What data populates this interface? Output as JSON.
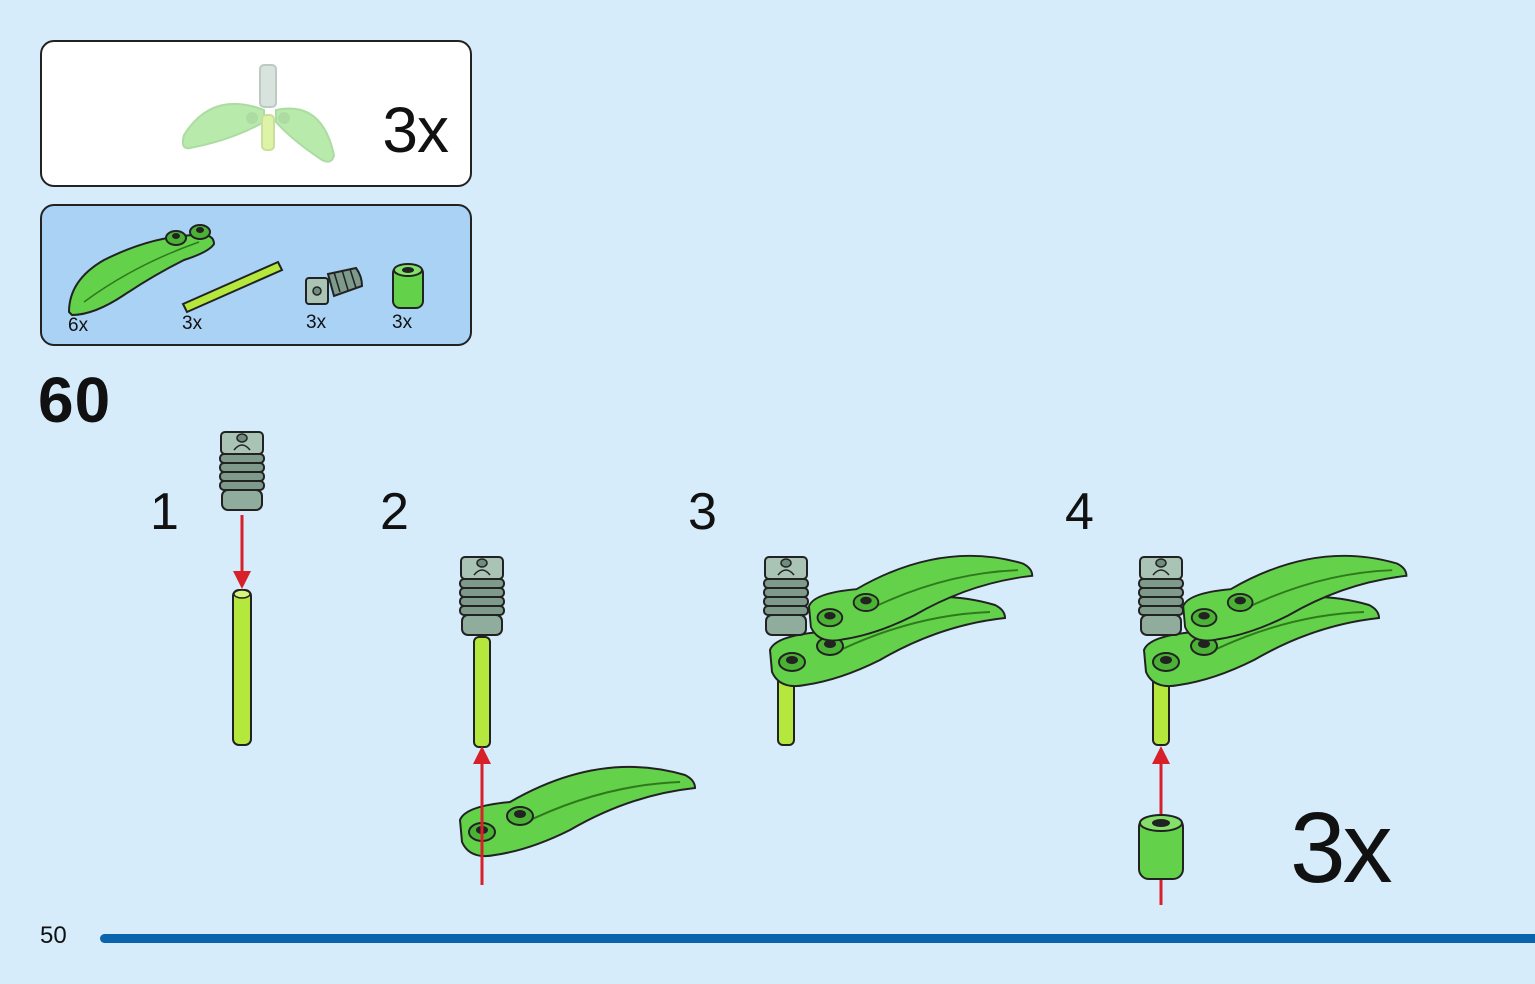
{
  "result": {
    "multiplier": "3x"
  },
  "parts": [
    {
      "name": "leaf-plant",
      "qty": "6x"
    },
    {
      "name": "axle-bar",
      "qty": "3x"
    },
    {
      "name": "connector",
      "qty": "3x"
    },
    {
      "name": "round-brick",
      "qty": "3x"
    }
  ],
  "step": {
    "number": "60"
  },
  "substeps": [
    "1",
    "2",
    "3",
    "4"
  ],
  "build_multiplier": "3x",
  "page": {
    "number": "50"
  },
  "colors": {
    "background": "#d6ecfb",
    "parts_box": "#a9d2f5",
    "leaf_green": "#63d14a",
    "axle_lime": "#b5e83c",
    "connector_gray": "#8aa899",
    "arrow_red": "#d8202a",
    "page_bar": "#0a64ad"
  }
}
